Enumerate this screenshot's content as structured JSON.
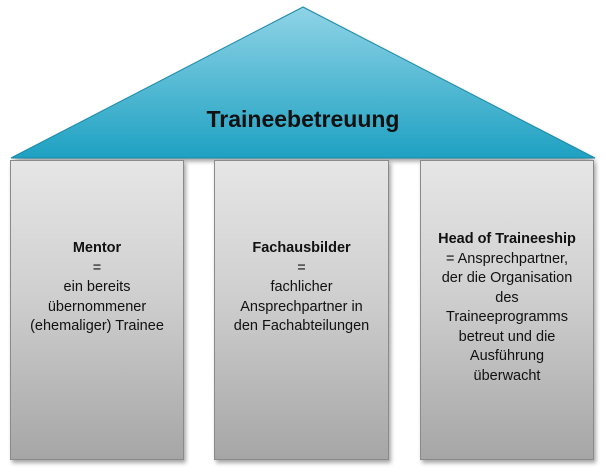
{
  "roof": {
    "title": "Traineebetreuung",
    "color_top": "#8fd3e6",
    "color_bottom": "#1ea1c2"
  },
  "pillars": [
    {
      "title": "Mentor",
      "equals": "=",
      "description": "ein bereits\nübernommener\n(ehemaliger) Trainee"
    },
    {
      "title": "Fachausbilder",
      "equals": "=",
      "description": "fachlicher\nAnsprechpartner in\nden Fachabteilungen"
    },
    {
      "title": "Head of Traineeship",
      "equals": "= Ansprechpartner,",
      "description": "der die Organisation\ndes\nTraineeprogramms\nbetreut und die\nAusführung\nüberwacht"
    }
  ]
}
